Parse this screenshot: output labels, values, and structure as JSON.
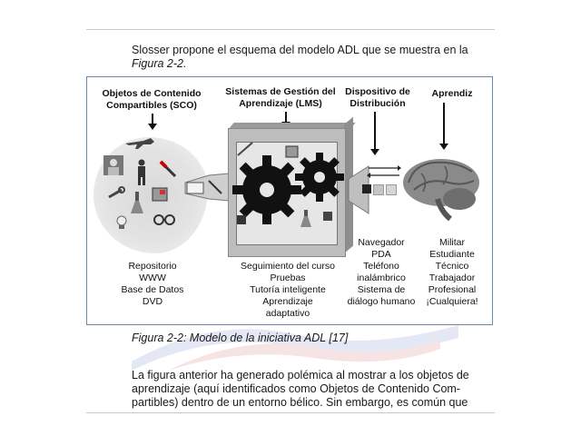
{
  "intro": {
    "line1": "Slosser propone el esquema del modelo ADL que se muestra en la",
    "line2": "Figura 2-2."
  },
  "figure": {
    "columns": [
      {
        "title_lines": [
          "Objetos de Contenido",
          "Compartibles (SCO)"
        ],
        "items": [
          "Repositorio",
          "WWW",
          "Base de Datos",
          "DVD"
        ]
      },
      {
        "title_lines": [
          "Sistemas de Gestión del",
          "Aprendizaje (LMS)"
        ],
        "items": [
          "Seguimiento del curso",
          "Pruebas",
          "Tutoría inteligente",
          "Aprendizaje",
          "adaptativo"
        ]
      },
      {
        "title_lines": [
          "Dispositivo de",
          "Distribución"
        ],
        "items": [
          "Navegador",
          "PDA",
          "Teléfono",
          "inalámbrico",
          "Sistema de",
          "diálogo humano"
        ]
      },
      {
        "title_lines": [
          "Aprendiz"
        ],
        "items": [
          "Militar",
          "Estudiante",
          "Técnico",
          "Trabajador",
          "Profesional",
          "¡Cualquiera!"
        ]
      }
    ],
    "colors": {
      "border": "#6e87ad",
      "gear": "#111111",
      "box": "#bdbdbd"
    }
  },
  "caption": "Figura 2-2: Modelo de la iniciativa ADL [17]",
  "paragraph": {
    "lines": [
      "La figura anterior ha generado polémica al mostrar a los objetos de",
      "aprendizaje (aquí identificados como Objetos de Contenido Com-",
      "partibles) dentro de un entorno bélico. Sin embargo, es común que"
    ]
  }
}
